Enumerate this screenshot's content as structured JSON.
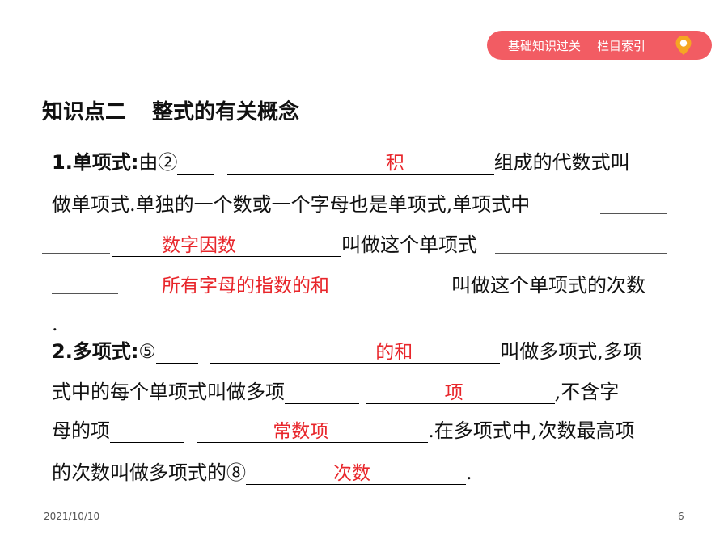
{
  "nav": {
    "basic_label": "基础知识过关",
    "index_label": "栏目索引",
    "pin_color": "#f5a623"
  },
  "heading": {
    "part_a": "知识点二",
    "part_b": "整式的有关概念"
  },
  "monomial": {
    "term": "1.单项式:",
    "l1_pre": "由②",
    "l1_ans": "积",
    "l1_post": "组成的代数式叫",
    "l2_text": "做单项式.单独的一个数或一个字母也是单项式,单项式中",
    "l3_ans": "数字因数",
    "l3_post": "叫做这个单项式",
    "l4_ans": "所有字母的指数的和",
    "l4_post": "叫做这个单项式的次数",
    "l5_text": "."
  },
  "polynomial": {
    "term": "2.多项式:",
    "l1_pre": "⑤",
    "l1_ans": "的和",
    "l1_post": "叫做多项式,多项",
    "l2_pre": "式中的每个单项式叫做多项",
    "l2_ans": "项",
    "l2_post": ",不含字",
    "l3_pre": "母的项",
    "l3_ans": "常数项",
    "l3_post": ".在多项式中,次数最高项",
    "l4_pre": "的次数叫做",
    "l4_mid": "多项式的⑧",
    "l4_ans": "次数",
    "l4_post": "."
  },
  "footer": {
    "date": "2021/10/10",
    "page": "6"
  }
}
